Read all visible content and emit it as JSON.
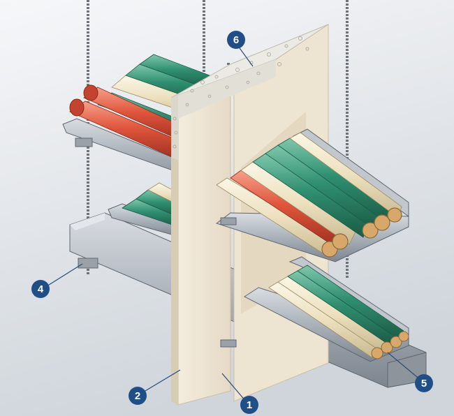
{
  "diagram": {
    "callouts": [
      {
        "id": "1",
        "label": "1"
      },
      {
        "id": "2",
        "label": "2"
      },
      {
        "id": "4",
        "label": "4"
      },
      {
        "id": "5",
        "label": "5"
      },
      {
        "id": "6",
        "label": "6"
      }
    ],
    "colors": {
      "background_light": "#f2f4f6",
      "background_dark": "#d6dbe0",
      "wall_face": "#efe6d6",
      "wall_side": "#e2d6c2",
      "plaster_top": "#eceae4",
      "tray_steel": "#aeb4bc",
      "tray_steel_dark": "#7f8791",
      "cable_red": "#e0553c",
      "cable_green": "#2f8f70",
      "cable_cream": "#efe4c6",
      "rod": "#6f747a",
      "callout_fill": "#1f4f86"
    },
    "icons": [
      "threaded-rod",
      "cable-tray",
      "cable",
      "fire-wall",
      "callout-marker"
    ]
  }
}
